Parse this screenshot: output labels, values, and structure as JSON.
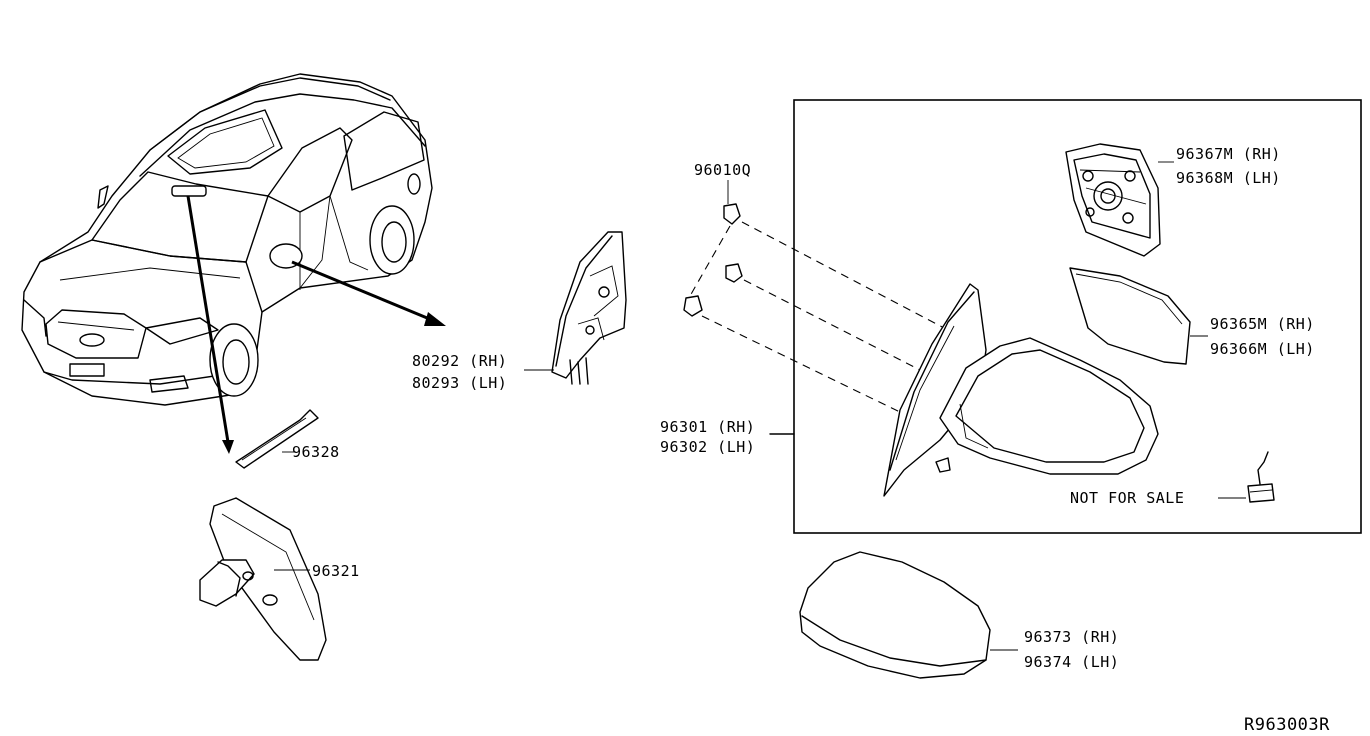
{
  "diagram": {
    "labels": {
      "p96010q": "96010Q",
      "p80292": "80292 (RH)",
      "p80293": "80293 (LH)",
      "p96328": "96328",
      "p96321": "96321",
      "p96301": "96301 (RH)",
      "p96302": "96302 (LH)",
      "p96367m": "96367M (RH)",
      "p96368m": "96368M (LH)",
      "p96365m": "96365M (RH)",
      "p96366m": "96366M (LH)",
      "not_for_sale": "NOT FOR SALE",
      "p96373": "96373 (RH)",
      "p96374": "96374 (LH)"
    },
    "diagram_code": "R963003R"
  }
}
